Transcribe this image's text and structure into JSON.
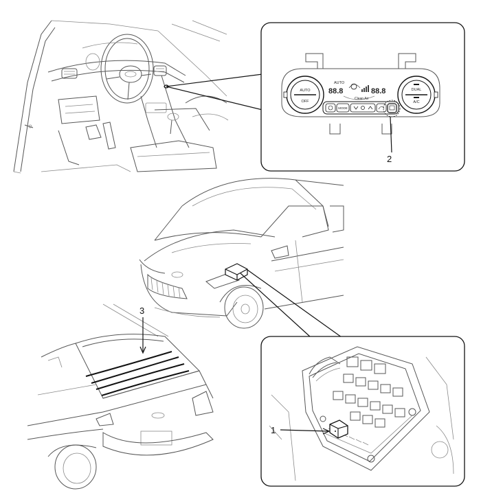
{
  "callouts": {
    "one": "1",
    "two": "2",
    "three": "3"
  },
  "climate_panel": {
    "auto_label": "AUTO",
    "off_label": "OFF",
    "display_auto": "AUTO",
    "left_temp": "88.8",
    "right_temp": "88.8",
    "clean_air": "Clean Air",
    "dual_label": "DUAL",
    "ac_label": "A/C",
    "mode_label": "MODE"
  }
}
